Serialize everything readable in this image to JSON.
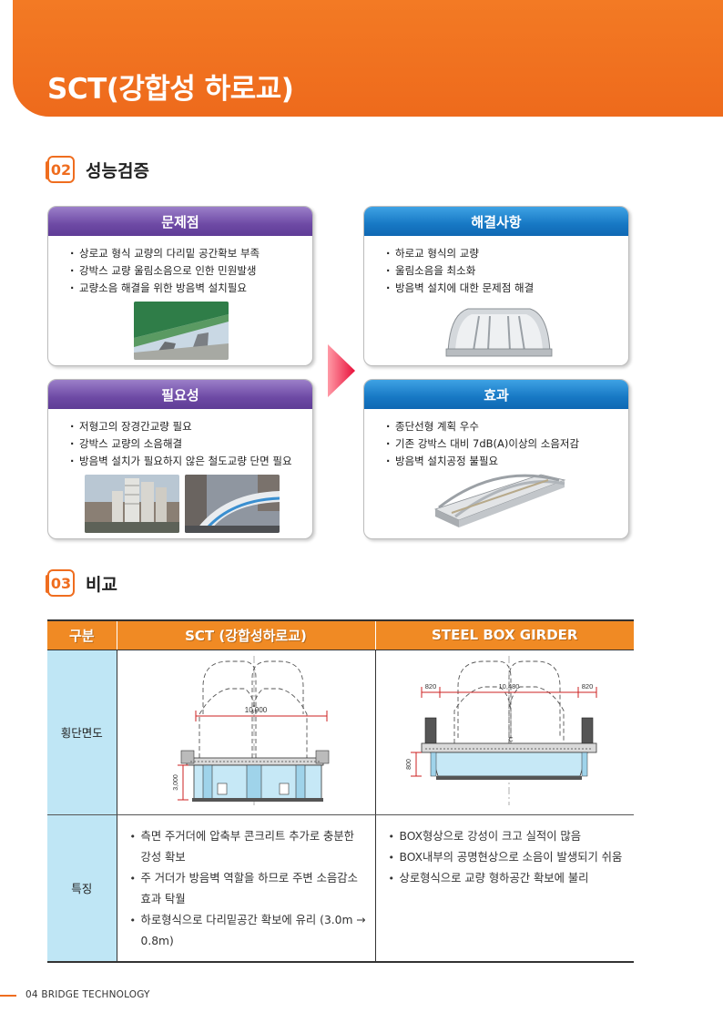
{
  "header": {
    "title": "SCT(강합성 하로교)"
  },
  "sections": {
    "verification": {
      "number": "02",
      "title": "성능검증"
    },
    "comparison": {
      "number": "03",
      "title": "비교"
    }
  },
  "cards": {
    "problem": {
      "title": "문제점",
      "items": [
        "상로교 형식 교량의 다리밑 공간확보 부족",
        "강박스 교량 울림소음으로 인한 민원발생",
        "교량소음 해결을 위한 방음벽 설치필요"
      ]
    },
    "solution": {
      "title": "해결사항",
      "items": [
        "하로교 형식의 교량",
        "울림소음을 최소화",
        "방음벽 설치에 대한 문제점 해결"
      ]
    },
    "necessity": {
      "title": "필요성",
      "items": [
        "저형고의 장경간교량 필요",
        "강박스 교량의 소음해결",
        "방음벽 설치가 필요하지 않은 철도교량 단면 필요"
      ]
    },
    "effect": {
      "title": "효과",
      "items": [
        "종단선형 계획 우수",
        "기존 강박스 대비 7dB(A)이상의 소음저감",
        "방음벽 설치공정 불필요"
      ]
    }
  },
  "table": {
    "headers": [
      "구분",
      "SCT (강합성하로교)",
      "STEEL BOX GIRDER"
    ],
    "row_cross_section": {
      "label": "횡단면도"
    },
    "row_features": {
      "label": "특징",
      "sct": [
        "측면 주거더에 압축부 콘크리트 추가로 충분한 강성 확보",
        "주 거더가 방음벽 역할을 하므로 주변 소음감소효과 탁월",
        "하로형식으로 다리밑공간 확보에  유리 (3.0m → 0.8m)"
      ],
      "box": [
        "BOX형상으로 강성이 크고 실적이 많음",
        "BOX내부의 공명현상으로 소음이 발생되기 쉬움",
        "상로형식으로 교량 형하공간 확보에 불리"
      ]
    }
  },
  "drawings": {
    "sct": {
      "width_label": "10,900",
      "height_label": "3,000",
      "center_mark": "C"
    },
    "box": {
      "width_label": "10,480",
      "left_label": "820",
      "right_label": "820",
      "height_label": "800",
      "center_mark": "C"
    }
  },
  "footer": {
    "page": "04",
    "text": "BRIDGE TECHNOLOGY"
  },
  "colors": {
    "accent": "#ef6d1f",
    "purple": "#6e4aa5",
    "blue": "#1778c4",
    "table_label_bg": "#bfe6f5"
  }
}
